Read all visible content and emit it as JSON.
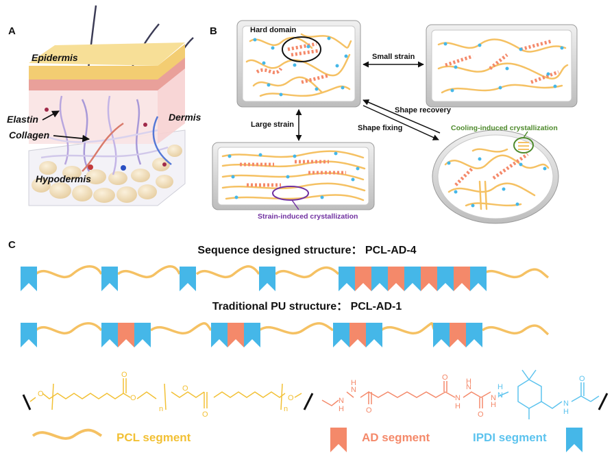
{
  "panels": {
    "a": "A",
    "b": "B",
    "c": "C"
  },
  "skin": {
    "epidermis": "Epidermis",
    "dermis": "Dermis",
    "elastin": "Elastin",
    "collagen": "Collagen",
    "hypodermis": "Hypodermis"
  },
  "mechanism": {
    "hard_domain": "Hard domain",
    "small_strain": "Small strain",
    "large_strain": "Large strain",
    "shape_recovery": "Shape recovery",
    "shape_fixing": "Shape fixing",
    "cooling_crystallization": "Cooling-induced crystallization",
    "strain_crystallization": "Strain-induced crystallization"
  },
  "sequence": {
    "title_1": "Sequence designed structure： PCL-AD-4",
    "title_2": "Traditional PU structure： PCL-AD-1"
  },
  "chemistry": {
    "n1": "n",
    "n2": "n",
    "O": "O",
    "N": "N",
    "H": "H"
  },
  "legend": {
    "pcl": "PCL segment",
    "ad": "AD segment",
    "ipdi": "IPDI segment"
  },
  "colors": {
    "pcl": "#f5c163",
    "ad": "#f4896a",
    "ipdi": "#45b7e8",
    "pcl_text": "#f2c034",
    "ad_text": "#f4896a",
    "ipdi_text": "#5cc3ee",
    "strain_label": "#7030a0",
    "cooling_label": "#4e8a2c"
  }
}
